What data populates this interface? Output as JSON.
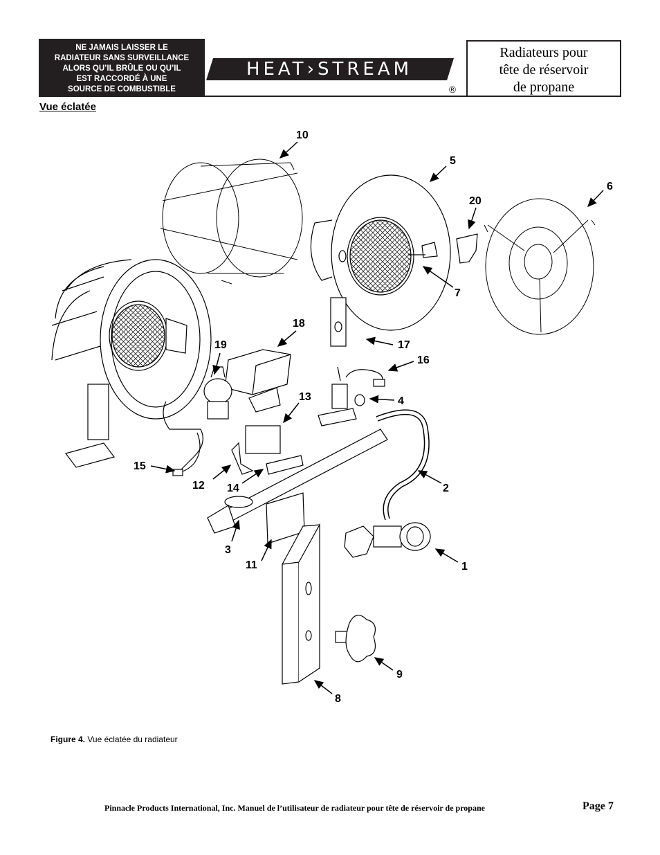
{
  "header": {
    "warning_lines": [
      "NE JAMAIS LAISSER LE",
      "RADIATEUR SANS SURVEILLANCE",
      "ALORS QU’IL BRÛLE OU QU’IL",
      "EST RACCORDÉ À UNE",
      "SOURCE DE COMBUSTIBLE"
    ],
    "logo_text": "HEAT›STREAM",
    "registered_mark": "®",
    "title_lines": [
      "Radiateurs pour",
      "tête de réservoir",
      "de propane"
    ]
  },
  "section_title": "Vue éclatée",
  "parts": [
    {
      "label": "10"
    },
    {
      "label": "5"
    },
    {
      "label": "6"
    },
    {
      "label": "20"
    },
    {
      "label": "7"
    },
    {
      "label": "18"
    },
    {
      "label": "19"
    },
    {
      "label": "17"
    },
    {
      "label": "16"
    },
    {
      "label": "13"
    },
    {
      "label": "4"
    },
    {
      "label": "15"
    },
    {
      "label": "12"
    },
    {
      "label": "14"
    },
    {
      "label": "2"
    },
    {
      "label": "3"
    },
    {
      "label": "11"
    },
    {
      "label": "1"
    },
    {
      "label": "9"
    },
    {
      "label": "8"
    }
  ],
  "caption": {
    "label": "Figure 4.",
    "text": " Vue éclatée du radiateur"
  },
  "footer": {
    "text": "Pinnacle Products International, Inc.  Manuel de l’utilisateur de radiateur pour tête de réservoir de propane",
    "page": "Page 7"
  }
}
